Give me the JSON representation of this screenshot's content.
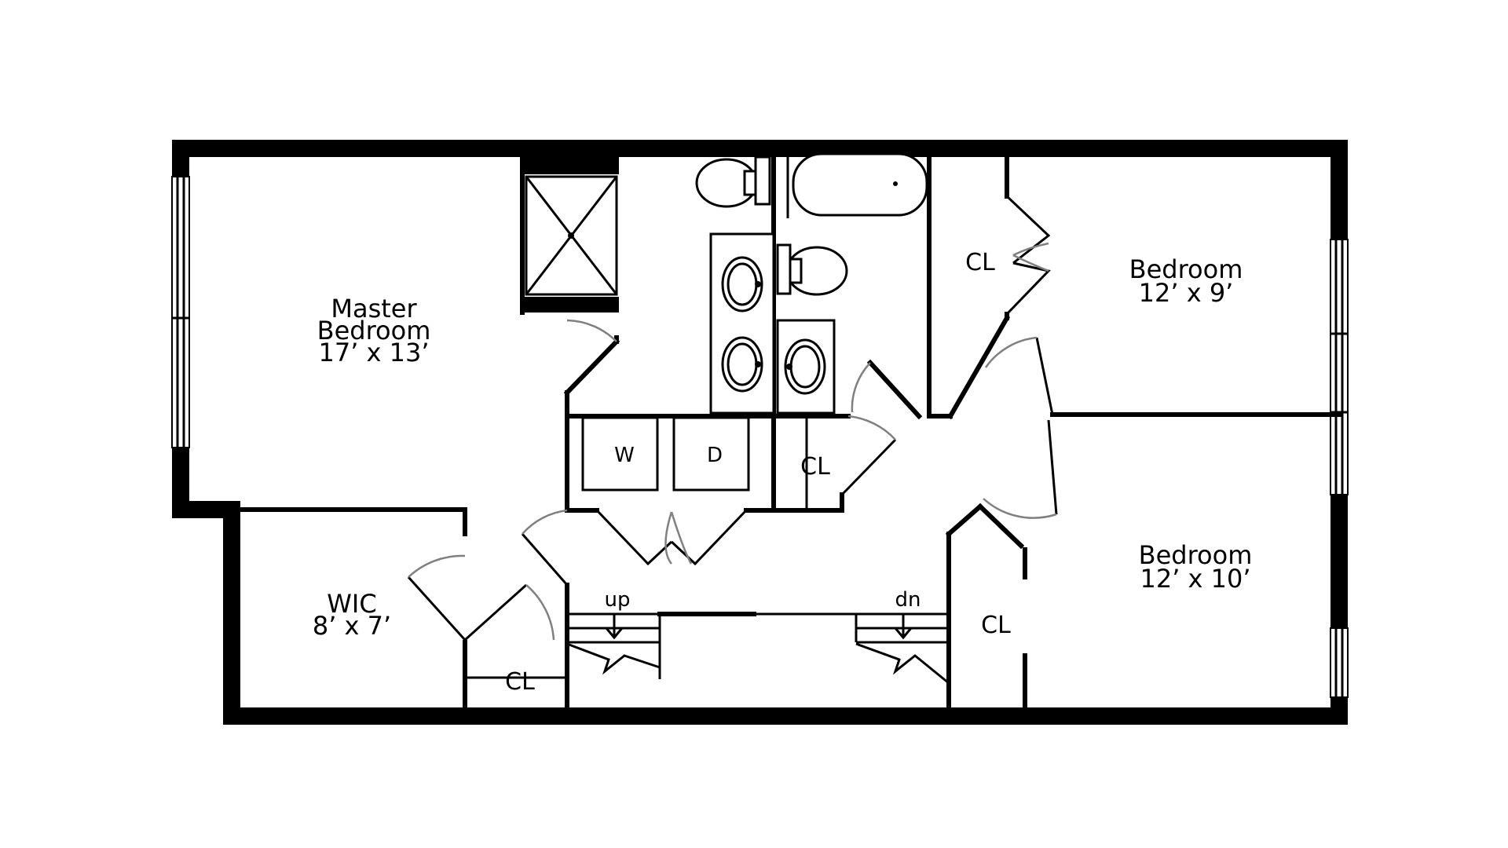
{
  "rooms": {
    "master": {
      "name": "Master\nBedroom",
      "line1": "Master",
      "line2": "Bedroom",
      "size": "17’ x 13’"
    },
    "bedroom_top": {
      "name": "Bedroom",
      "size": "12’ x 9’"
    },
    "bedroom_bottom": {
      "name": "Bedroom",
      "size": "12’ x 10’"
    },
    "wic": {
      "name": "WIC",
      "size": "8’ x 7’"
    }
  },
  "closets": {
    "cl_top": "CL",
    "cl_laundry": "CL",
    "cl_wic": "CL",
    "cl_bottom_right": "CL"
  },
  "laundry": {
    "washer": "W",
    "dryer": "D"
  },
  "stairs": {
    "up": "up",
    "down": "dn"
  },
  "colors": {
    "wall": "#000000",
    "door_swing": "#808080",
    "background": "#ffffff"
  }
}
